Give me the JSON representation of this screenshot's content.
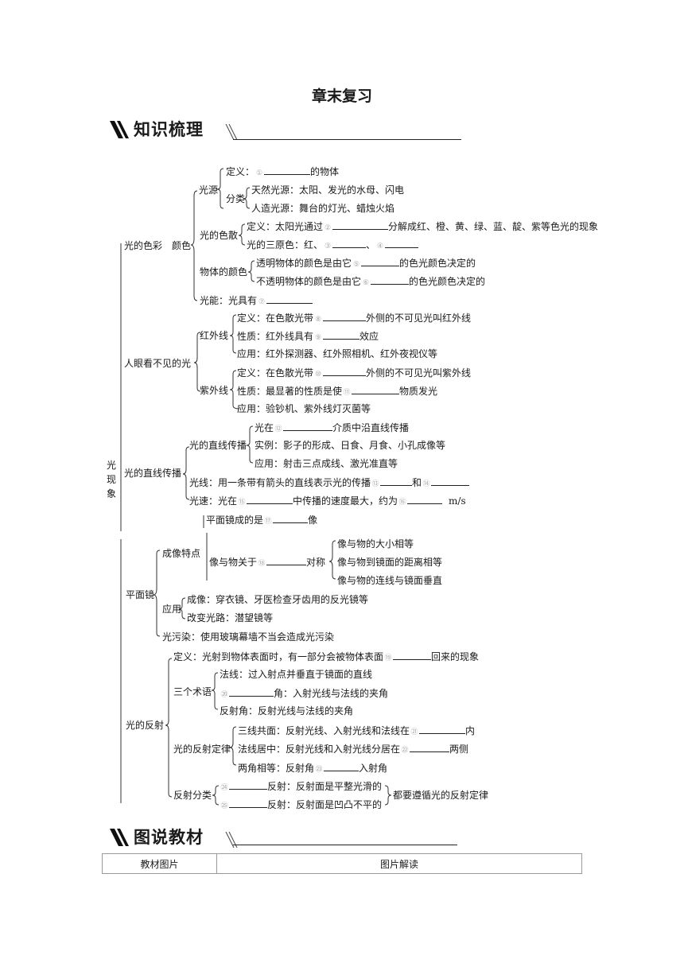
{
  "title": "章末复习",
  "sections": {
    "knowledge": "知识梳理",
    "pictures": "图说教材"
  },
  "root": "光现象",
  "color": {
    "label": "光的色彩　颜色",
    "source": {
      "label": "光源",
      "definition": "定义：",
      "def_tail": "的物体",
      "category": "分类",
      "natural": "天然光源：太阳、发光的水母、闪电",
      "artificial": "人造光源：舞台的灯光、蜡烛火焰"
    },
    "dispersion": {
      "label": "光的色散",
      "def_pre": "定义：太阳光通过",
      "def_tail": "分解成红、橙、黄、绿、蓝、靛、紫等色光的现象",
      "primary_pre": "光的三原色：红、",
      "sep": "、"
    },
    "object_color": {
      "label": "物体的颜色",
      "transparent_pre": "透明物体的颜色是由它",
      "transparent_tail": "的色光颜色决定的",
      "opaque_pre": "不透明物体的颜色是由它",
      "opaque_tail": "的色光颜色决定的"
    },
    "energy": "光能：光具有"
  },
  "invisible": {
    "label": "人眼看不见的光",
    "infrared": {
      "label": "红外线",
      "def_pre": "定义：在色散光带",
      "def_tail": "外侧的不可见光叫红外线",
      "prop_pre": "性质：红外线具有",
      "prop_tail": "效应",
      "app": "应用：红外探测器、红外照相机、红外夜视仪等"
    },
    "uv": {
      "label": "紫外线",
      "def_pre": "定义：在色散光带",
      "def_tail": "外侧的不可见光叫紫外线",
      "prop_pre": "性质：最显著的性质是使",
      "prop_tail": "物质发光",
      "app": "应用：验钞机、紫外线灯灭菌等"
    }
  },
  "straight": {
    "label": "光的直线传播",
    "prop_label": "光的直线传播",
    "cond_pre": "光在",
    "cond_tail": "介质中沿直线传播",
    "examples": "实例：影子的形成、日食、月食、小孔成像等",
    "app": "应用：射击三点成线、激光准直等",
    "ray_pre": "光线：用一条带有箭头的直线表示光的传播",
    "ray_and": "和",
    "speed_pre": "光速：光在",
    "speed_mid": "中传播的速度最大，约为",
    "speed_unit": "m/s"
  },
  "mirror": {
    "image_pre": "平面镜成的是",
    "image_tail": "像",
    "label": "平面镜",
    "features": "成像特点",
    "sym_pre": "像与物关于",
    "sym_tail": "对称",
    "f1": "像与物的大小相等",
    "f2": "像与物到镜面的距离相等",
    "f3": "像与物的连线与镜面垂直",
    "app": "应用",
    "app1": "成像：穿衣镜、牙医检查牙齿用的反光镜等",
    "app2": "改变光路：潜望镜等",
    "pollution": "光污染：使用玻璃幕墙不当会造成光污染"
  },
  "reflection": {
    "label": "光的反射",
    "def_pre": "定义：光射到物体表面时，有一部分会被物体表面",
    "def_tail": "回来的现象",
    "terms": "三个术语",
    "normal": "法线：过入射点并垂直于镜面的直线",
    "incidence_tail": "角：入射光线与法线的夹角",
    "reflect_angle": "反射角：反射光线与法线的夹角",
    "law": "光的反射定律",
    "law1_pre": "三线共面：反射光线、入射光线和法线在",
    "law1_tail": "内",
    "law2_pre": "法线居中：反射光线和入射光线分居在",
    "law2_tail": "两侧",
    "law3_pre": "两角相等：反射角",
    "law3_tail": "入射角",
    "types": "反射分类",
    "t1": "反射：反射面是平整光滑的",
    "t2": "反射：反射面是凹凸不平的",
    "common": "都要遵循光的反射定律"
  },
  "blanks": [
    "①",
    "②",
    "③",
    "④",
    "⑤",
    "⑥",
    "⑦",
    "⑧",
    "⑨",
    "⑩",
    "⑪",
    "⑫",
    "⑬",
    "⑭",
    "⑮",
    "⑯",
    "⑰",
    "⑱",
    "⑲",
    "⑳",
    "㉑",
    "㉒",
    "㉓",
    "㉔",
    "㉕"
  ],
  "table": {
    "headers": [
      "教材图片",
      "图片解读"
    ]
  }
}
